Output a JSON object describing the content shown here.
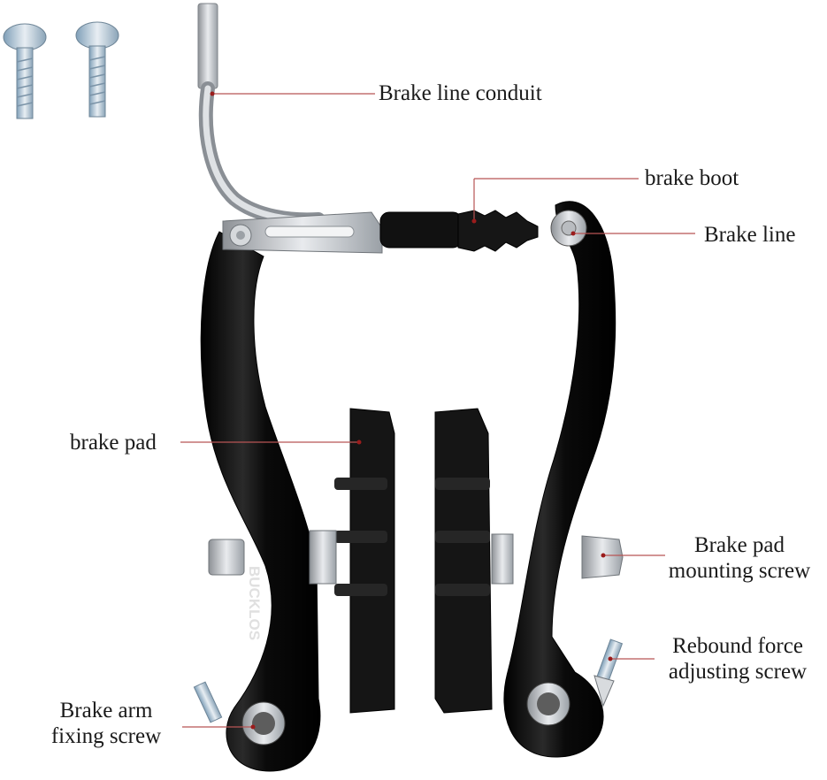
{
  "labels": {
    "brake_line_conduit": "Brake line conduit",
    "brake_boot": "brake boot",
    "brake_line": "Brake line",
    "brake_pad": "brake pad",
    "brake_pad_mounting_screw_line1": "Brake pad",
    "brake_pad_mounting_screw_line2": "mounting screw",
    "rebound_force_line1": "Rebound force",
    "rebound_force_line2": "adjusting screw",
    "brake_arm_line1": "Brake arm",
    "brake_arm_line2": "fixing screw"
  },
  "brand_mark": "BUCKLOS",
  "colors": {
    "arm": "#0b0b0b",
    "metal": "#c9ccd0",
    "leader": "#b85555"
  }
}
